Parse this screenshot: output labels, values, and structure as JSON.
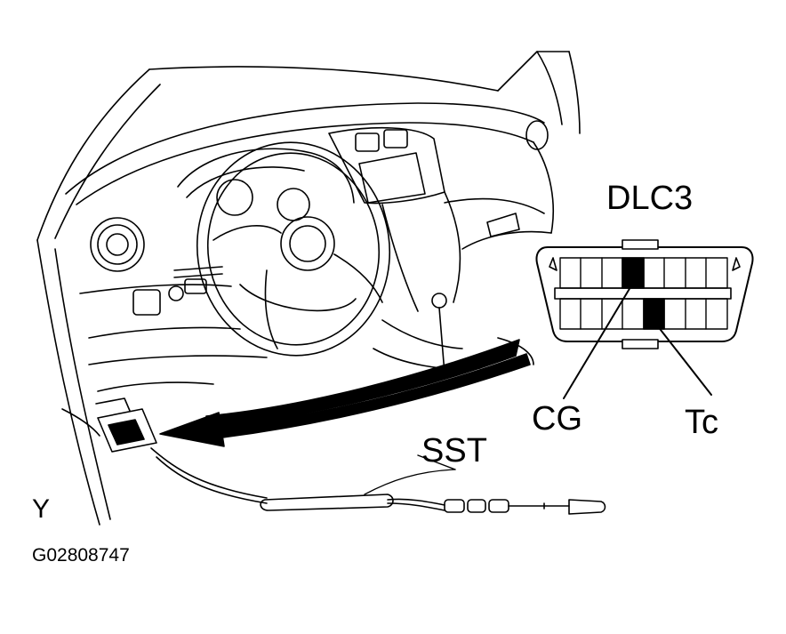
{
  "labels": {
    "connector": "DLC3",
    "terminal_cg": "CG",
    "terminal_tc": "Tc",
    "tool": "SST",
    "corner_marker": "Y",
    "figure_id": "G02808747"
  },
  "colors": {
    "ink": "#000000",
    "paper": "#ffffff"
  }
}
